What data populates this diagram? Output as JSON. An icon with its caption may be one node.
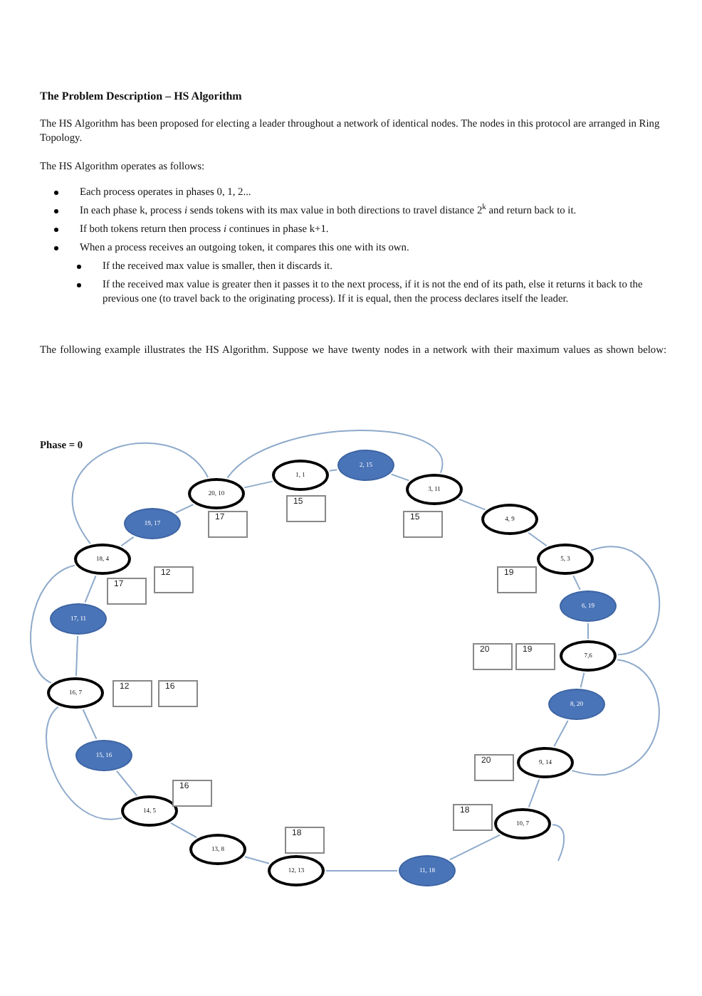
{
  "diagram": {
    "title": "The Problem Description – HS Algorithm",
    "nodes": [
      {
        "text": [
          "1, 1"
        ]
      },
      {
        "text": [
          "2, 15"
        ]
      },
      {
        "text": [
          "3, 11"
        ]
      },
      {
        "text": [
          "4, 9"
        ]
      },
      {
        "text": [
          "5, 3"
        ]
      },
      {
        "text": [
          "6, 19"
        ]
      },
      {
        "text": [
          "7,6"
        ]
      },
      {
        "text": [
          "8, 20"
        ]
      },
      {
        "text": [
          "9, 14"
        ]
      },
      {
        "text": [
          "10, 7"
        ]
      },
      {
        "text": [
          "11, 18"
        ]
      },
      {
        "text": [
          "12, 13"
        ]
      },
      {
        "text": [
          "13, 8"
        ]
      },
      {
        "text": [
          "14, 5"
        ]
      },
      {
        "text": [
          "15, 16"
        ]
      },
      {
        "text": [
          "16, 7"
        ]
      },
      {
        "text": [
          "17, 11"
        ]
      },
      {
        "text": [
          "18, 4"
        ]
      },
      {
        "text": [
          "19, 17"
        ]
      },
      {
        "text": [
          "20, 10"
        ]
      },
      {
        "text": [
          "15"
        ]
      },
      {
        "text": [
          "17"
        ]
      },
      {
        "text": [
          "15"
        ]
      },
      {
        "text": [
          "19"
        ]
      },
      {
        "text": [
          "12"
        ]
      },
      {
        "text": [
          "17"
        ]
      },
      {
        "text": [
          "20"
        ]
      },
      {
        "text": [
          "19"
        ]
      },
      {
        "text": [
          "12"
        ]
      },
      {
        "text": [
          "16"
        ]
      },
      {
        "text": [
          "20"
        ]
      },
      {
        "text": [
          "16"
        ]
      },
      {
        "text": [
          "18"
        ]
      },
      {
        "text": [
          "18"
        ]
      }
    ],
    "edges": [
      {
        "from": 0,
        "to": 1,
        "arrow": "none"
      },
      {
        "from": 1,
        "to": 2,
        "arrow": "none"
      },
      {
        "from": 2,
        "to": 3,
        "arrow": "none"
      },
      {
        "from": 3,
        "to": 4,
        "arrow": "none"
      },
      {
        "from": 4,
        "to": 5,
        "arrow": "none"
      },
      {
        "from": 5,
        "to": 6,
        "arrow": "none"
      },
      {
        "from": 6,
        "to": 7,
        "arrow": "none"
      },
      {
        "from": 7,
        "to": 8,
        "arrow": "none"
      },
      {
        "from": 8,
        "to": 9,
        "arrow": "none"
      },
      {
        "from": 9,
        "to": 10,
        "arrow": "none"
      },
      {
        "from": 10,
        "to": 11,
        "arrow": "none"
      },
      {
        "from": 11,
        "to": 12,
        "arrow": "none"
      },
      {
        "from": 12,
        "to": 13,
        "arrow": "none"
      },
      {
        "from": 13,
        "to": 14,
        "arrow": "none"
      },
      {
        "from": 14,
        "to": 15,
        "arrow": "none"
      },
      {
        "from": 15,
        "to": 16,
        "arrow": "none"
      },
      {
        "from": 16,
        "to": 17,
        "arrow": "none"
      },
      {
        "from": 17,
        "to": 18,
        "arrow": "none"
      },
      {
        "from": 18,
        "to": 19,
        "arrow": "none"
      },
      {
        "from": 19,
        "to": 0,
        "arrow": "none"
      },
      {
        "from": 19,
        "to": 17,
        "arrow": "none"
      },
      {
        "from": 19,
        "to": 2,
        "arrow": "none"
      },
      {
        "from": 17,
        "to": 15,
        "arrow": "none"
      },
      {
        "from": 15,
        "to": 13,
        "arrow": "none"
      },
      {
        "from": 4,
        "to": 6,
        "arrow": "none"
      },
      {
        "from": 6,
        "to": 8,
        "arrow": "none"
      },
      {
        "from": 9,
        "to": null,
        "arrow": "none"
      }
    ],
    "labels": [
      "The HS Algorithm has been proposed for electing a leader throughout a network of identical nodes. The nodes in this protocol are arranged in Ring Topology.",
      "The HS Algorithm operates as follows:",
      "Each process operates in phases 0, 1, 2...",
      "In each phase k, process *i* sends tokens with its max value in both directions to travel distance 2$^{k}$ and return back to it.",
      "If both tokens return then process *i* continues in phase k+1.",
      "When a process receives an outgoing token, it compares this one with its own.",
      "If the received max value is smaller, then it discards it.",
      "If the received max value is greater then it passes it to the next process, if it is not the end of its path, else it returns it back to the previous one (to travel back to the originating process). If it is equal, then the process declares itself the leader.",
      "The following example illustrates the HS Algorithm. Suppose we have twenty nodes in a network with their maximum values as shown below:",
      "Phase = 0"
    ]
  }
}
